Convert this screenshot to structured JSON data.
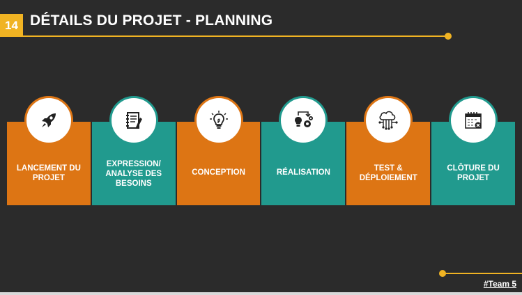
{
  "header": {
    "slide_number": "14",
    "title": "DÉTAILS DU PROJET - PLANNING"
  },
  "footer": {
    "team_tag": "#Team 5"
  },
  "colors": {
    "accent": "#f0b323",
    "orange": "#dd7514",
    "teal": "#219a8e",
    "background": "#2b2b2b"
  },
  "steps": [
    {
      "label": "LANCEMENT DU PROJET",
      "icon": "rocket-icon",
      "color": "orange"
    },
    {
      "label": "EXPRESSION/ ANALYSE DES BESOINS",
      "icon": "notepad-icon",
      "color": "teal"
    },
    {
      "label": "CONCEPTION",
      "icon": "lightbulb-icon",
      "color": "orange"
    },
    {
      "label": "RÉALISATION",
      "icon": "idea-gears-icon",
      "color": "teal"
    },
    {
      "label": "TEST & DÉPLOIEMENT",
      "icon": "cloud-network-icon",
      "color": "orange"
    },
    {
      "label": "CLÔTURE DU PROJET",
      "icon": "calendar-close-icon",
      "color": "teal"
    }
  ]
}
